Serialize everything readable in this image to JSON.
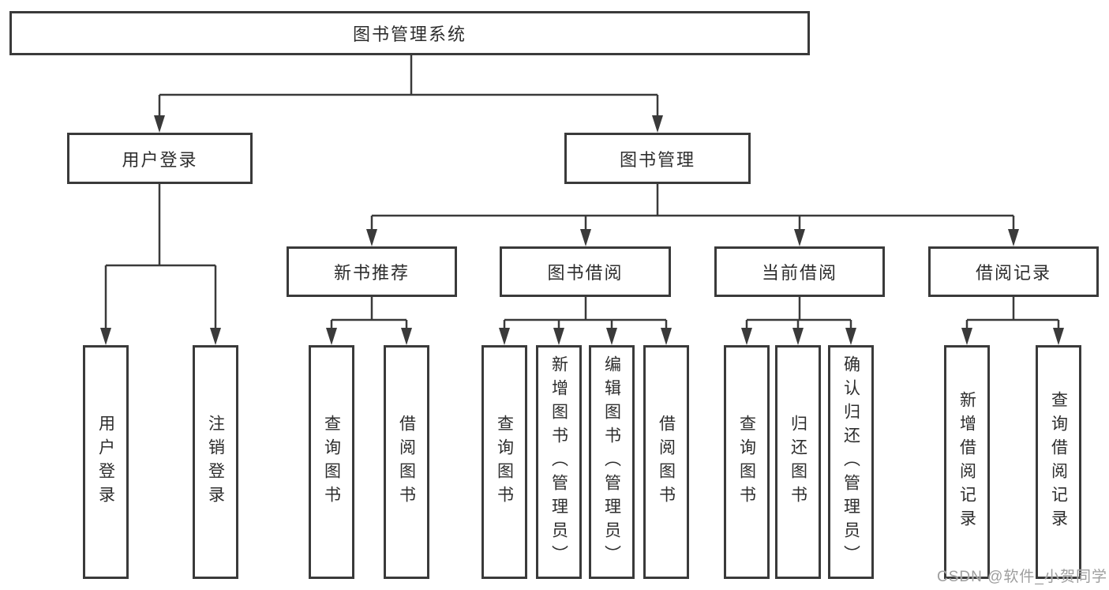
{
  "diagram": {
    "root": {
      "label": "图书管理系统"
    },
    "user_branch": {
      "label": "用户登录",
      "leaves": [
        "用户登录",
        "注销登录"
      ]
    },
    "book_branch": {
      "label": "图书管理",
      "groups": [
        {
          "label": "新书推荐",
          "leaves": [
            "查询图书",
            "借阅图书"
          ]
        },
        {
          "label": "图书借阅",
          "leaves": [
            "查询图书",
            "新增图书（管理员）",
            "编辑图书（管理员）",
            "借阅图书"
          ]
        },
        {
          "label": "当前借阅",
          "leaves": [
            "查询图书",
            "归还图书",
            "确认归还（管理员）"
          ]
        },
        {
          "label": "借阅记录",
          "leaves": [
            "新增借阅记录",
            "查询借阅记录"
          ]
        }
      ]
    }
  },
  "watermark": {
    "text": "CSDN @软件_小贺同学"
  },
  "colors": {
    "line": "#3a3a3a",
    "text": "#2d2d2d",
    "watermark": "#9e9e9e",
    "bg": "#ffffff"
  }
}
